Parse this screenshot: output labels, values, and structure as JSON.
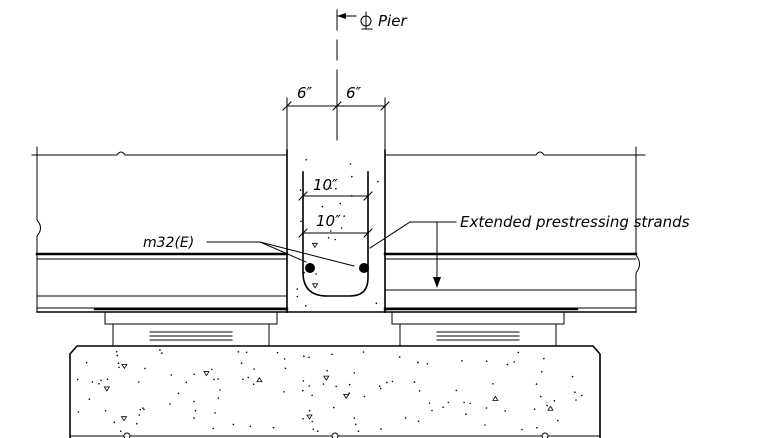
{
  "labels": {
    "pier": "Pier",
    "dim_left": "6″",
    "dim_right": "6″",
    "dim_upper": "10″",
    "dim_lower": "10″",
    "bar_mark": "m32(E)",
    "strands": "Extended prestressing strands"
  },
  "icons": {
    "centerline": "centerline-symbol-icon"
  }
}
